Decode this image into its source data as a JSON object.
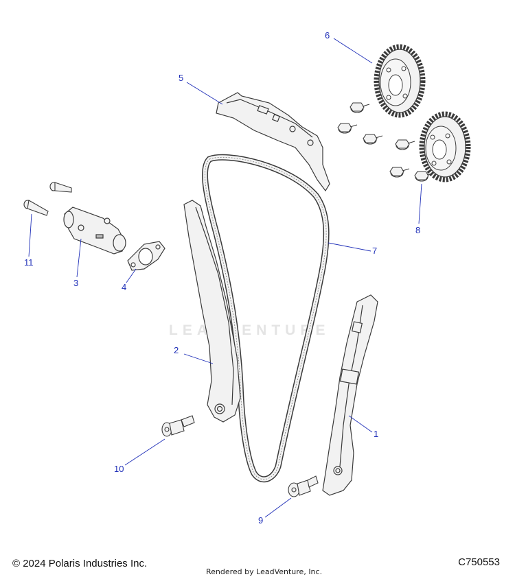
{
  "callouts": [
    {
      "label": "1",
      "part": "fixed-chain-guide"
    },
    {
      "label": "2",
      "part": "tensioner-chain-guide"
    },
    {
      "label": "3",
      "part": "cam-chain-tensioner"
    },
    {
      "label": "4",
      "part": "tensioner-gasket"
    },
    {
      "label": "5",
      "part": "upper-chain-guide"
    },
    {
      "label": "6",
      "part": "camshaft-sprocket"
    },
    {
      "label": "7",
      "part": "timing-chain"
    },
    {
      "label": "8",
      "part": "sprocket-bolt"
    },
    {
      "label": "9",
      "part": "guide-pivot-bolt"
    },
    {
      "label": "10",
      "part": "guide-pivot-bolt"
    },
    {
      "label": "11",
      "part": "tensioner-bolt"
    }
  ],
  "watermark": "LEADVENTURE",
  "footer": {
    "copyright": "© 2024 Polaris Industries Inc.",
    "rendered_by": "Rendered by LeadVenture, Inc.",
    "drawing_id": "C750553"
  },
  "colors": {
    "callout": "#1f2fb8",
    "leader": "#1f2fb8",
    "outline": "#3a3a3a",
    "part_fill": "#f2f2f2"
  }
}
